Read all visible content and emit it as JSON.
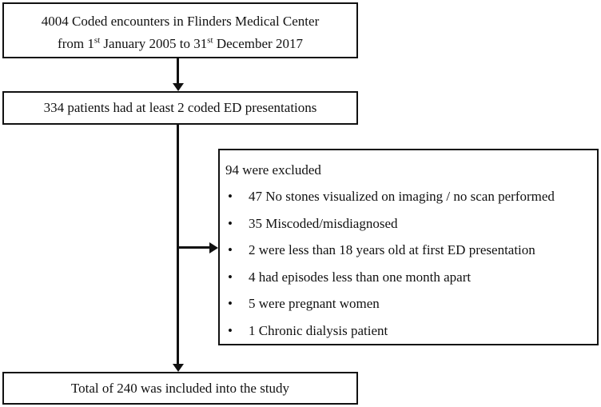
{
  "diagram": {
    "type": "flowchart",
    "colors": {
      "border": "#111111",
      "text": "#111111",
      "background": "#ffffff"
    },
    "box_encounters": {
      "line1": "4004 Coded encounters in Flinders Medical Center",
      "line2_parts": {
        "a": "from 1",
        "sup1": "st",
        "b": " January 2005 to 31",
        "sup2": "st",
        "c": " December 2017"
      }
    },
    "box_patients": {
      "text": "334 patients had at least 2 coded ED presentations"
    },
    "box_excluded": {
      "title": "94 were excluded",
      "bullet": "•",
      "items": [
        "47 No stones visualized on imaging / no scan performed",
        "35 Miscoded/misdiagnosed",
        "2 were less than 18 years old at first ED presentation",
        "4 had episodes less than one month apart",
        "5 were pregnant women",
        "1 Chronic dialysis patient"
      ]
    },
    "box_total": {
      "text": "Total of 240 was included into the study"
    }
  }
}
